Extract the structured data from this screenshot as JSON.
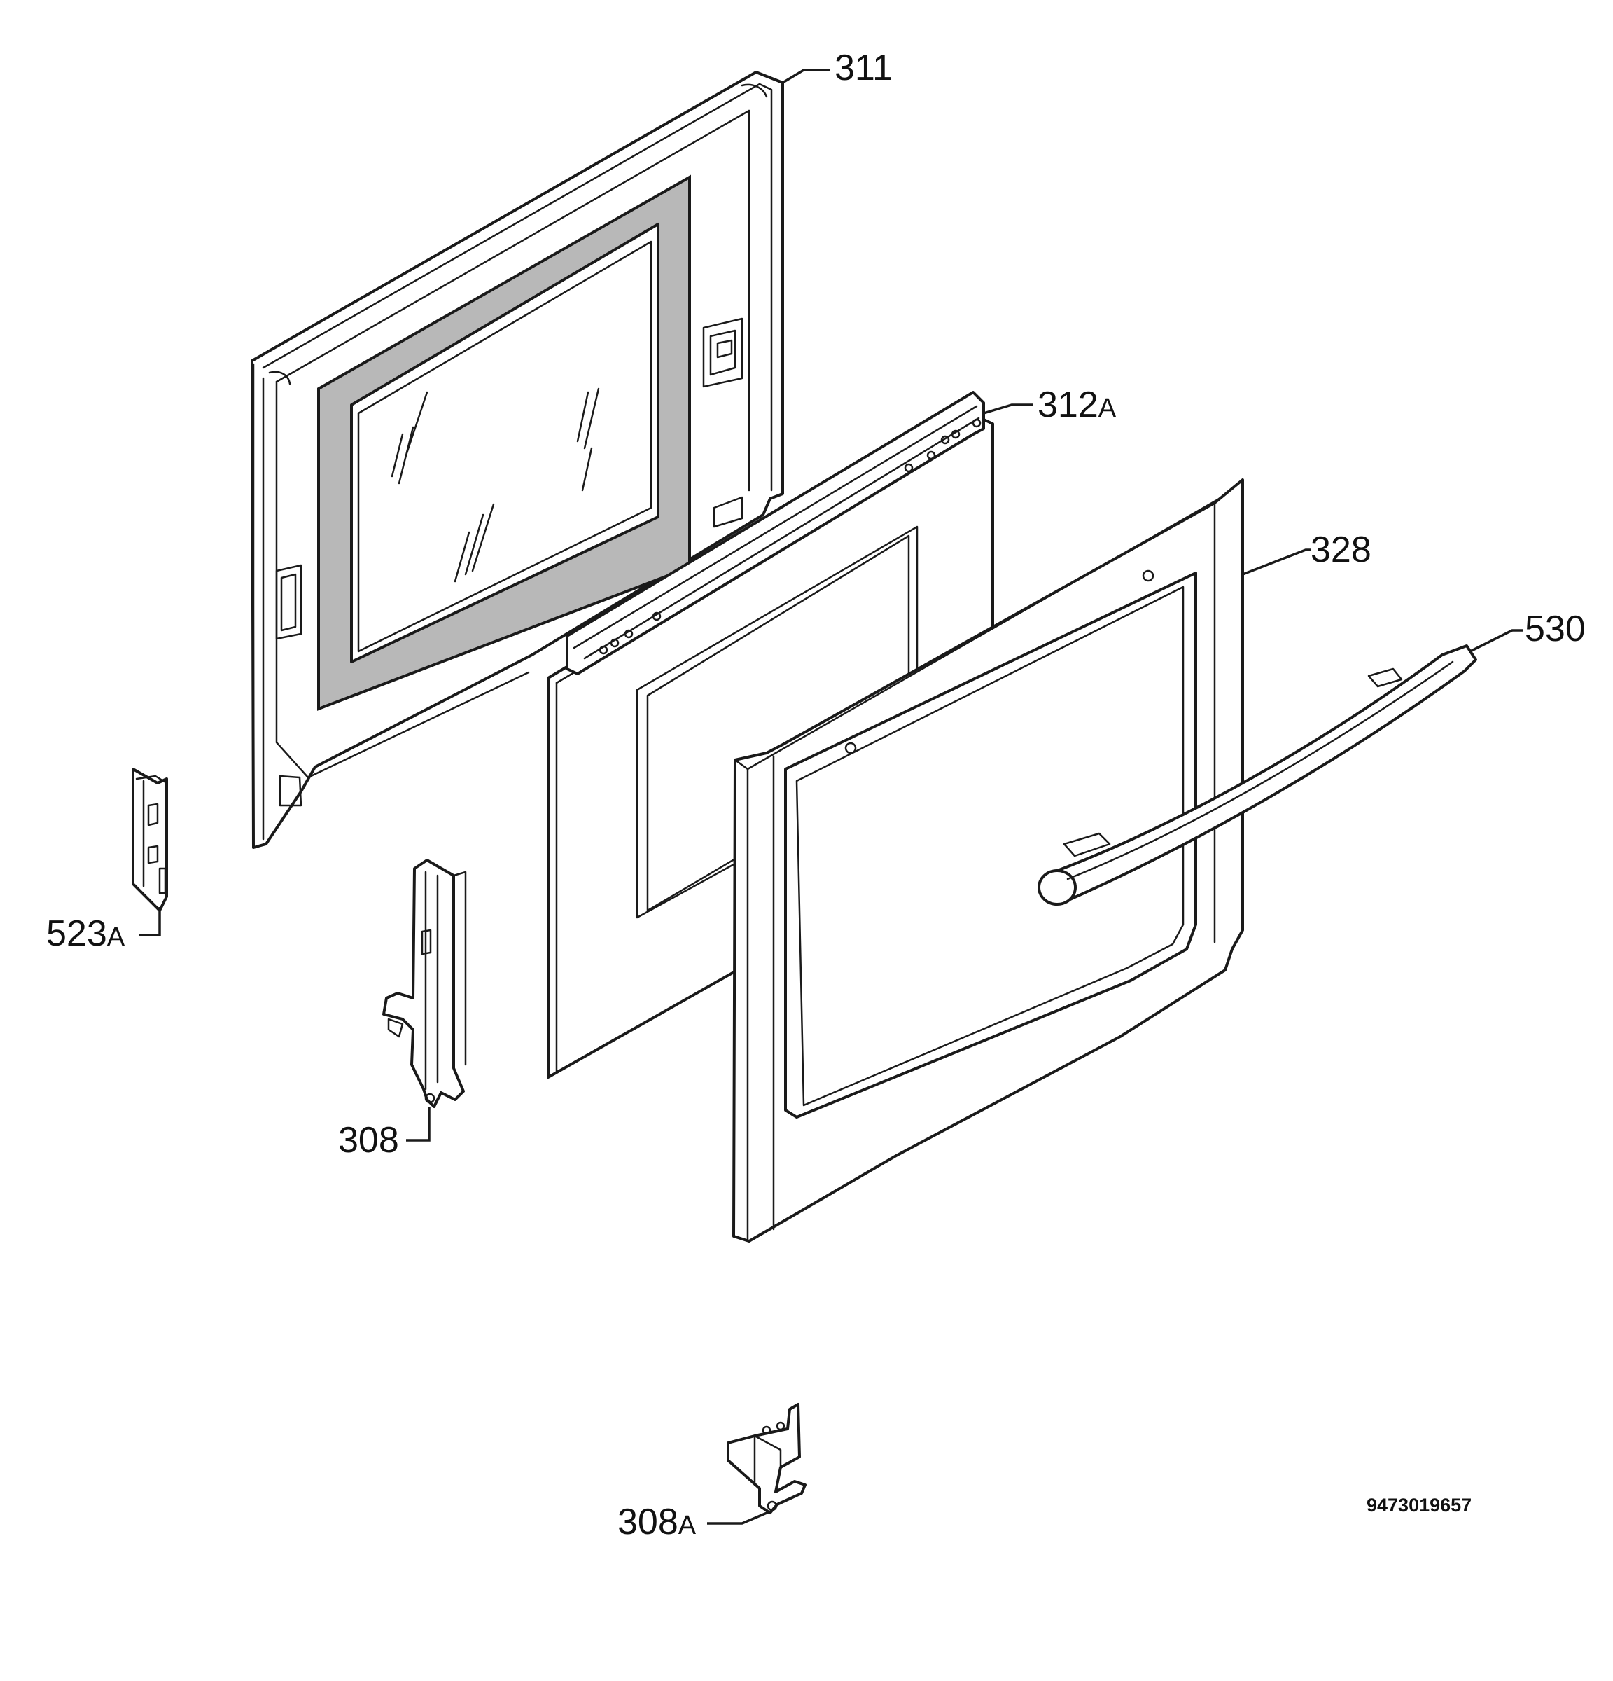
{
  "parts": {
    "p311": {
      "code": "311",
      "suffix": ""
    },
    "p312a": {
      "code": "312",
      "suffix": "A"
    },
    "p328": {
      "code": "328",
      "suffix": ""
    },
    "p530": {
      "code": "530",
      "suffix": ""
    },
    "p523a": {
      "code": "523",
      "suffix": "A"
    },
    "p308": {
      "code": "308",
      "suffix": ""
    },
    "p308a": {
      "code": "308",
      "suffix": "A"
    }
  },
  "document_number": "9473019657"
}
